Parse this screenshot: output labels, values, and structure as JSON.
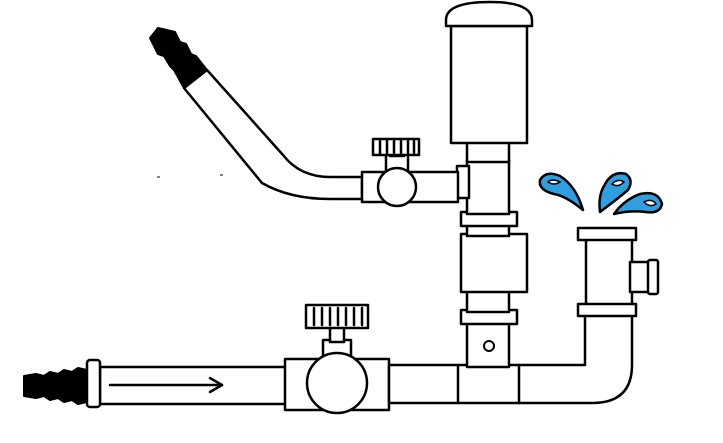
{
  "colors": {
    "outline": "#000000",
    "fill": "#ffffff",
    "nozzle": "#000000",
    "water": "#2f9fe0"
  },
  "icons": {
    "inlet_arrow": "right-arrow-icon",
    "water_spray": "water-droplet-icon"
  },
  "parts": [
    "inlet-hose-barb",
    "inlet-pipe",
    "main-valve",
    "tee-junction",
    "vertical-riser",
    "float-chamber",
    "side-valve",
    "upper-hose",
    "spray-nozzle",
    "return-elbow",
    "outlet-spout"
  ]
}
